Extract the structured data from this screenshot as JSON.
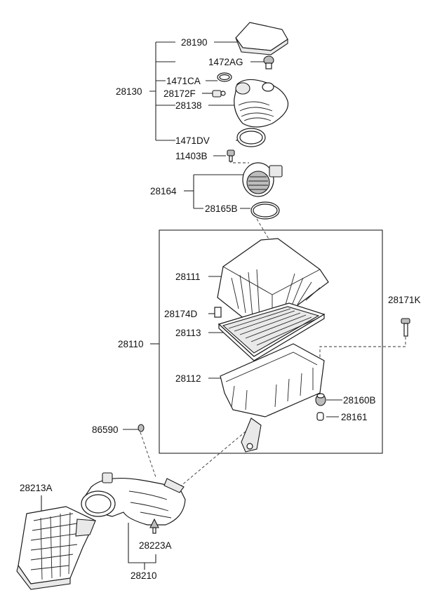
{
  "diagram": {
    "labels": {
      "p28190": "28190",
      "p1472AG": "1472AG",
      "p1471CA": "1471CA",
      "p28130": "28130",
      "p28172F": "28172F",
      "p28138": "28138",
      "p1471DV": "1471DV",
      "p11403B": "11403B",
      "p28164": "28164",
      "p28165B": "28165B",
      "p28111": "28111",
      "p28174D": "28174D",
      "p28113": "28113",
      "p28110": "28110",
      "p28112": "28112",
      "p28171K": "28171K",
      "p28160B": "28160B",
      "p28161": "28161",
      "p86590": "86590",
      "p28213A": "28213A",
      "p28223A": "28223A",
      "p28210": "28210"
    },
    "colors": {
      "line": "#222222",
      "part_fill": "#ffffff",
      "shade": "#bdbdbd"
    }
  }
}
